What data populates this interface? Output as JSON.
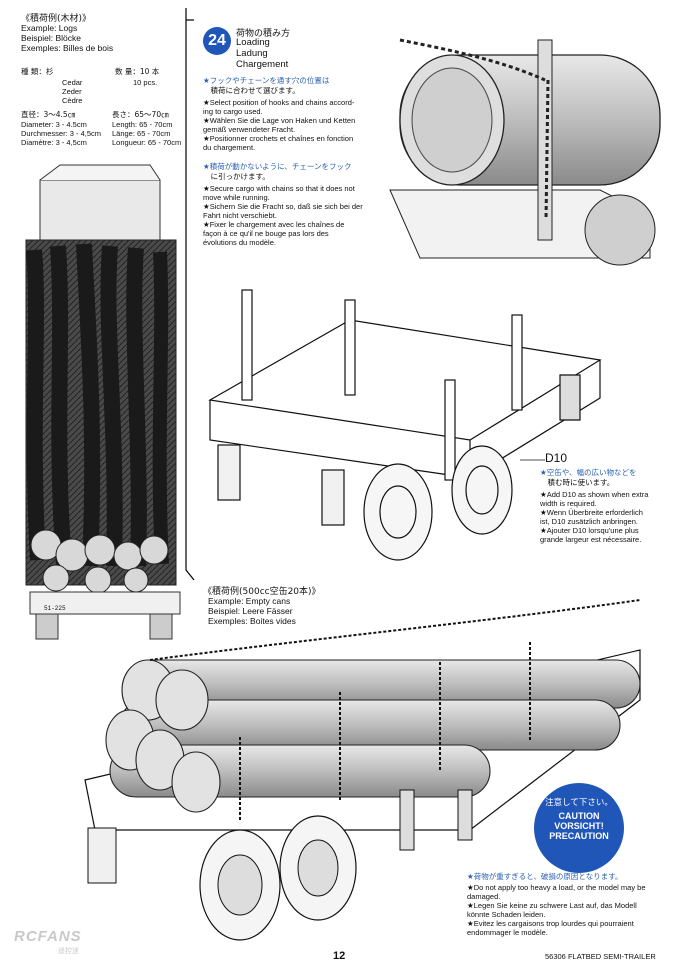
{
  "logs": {
    "title": "《積荷例(木材)》",
    "lines": [
      "Example: Logs",
      "Beispiel: Blöcke",
      "Exemples: Billes de bois"
    ],
    "wood_ja": "種 類：杉",
    "wood": [
      "Cedar",
      "Zeder",
      "Cèdre"
    ],
    "count_ja": "数 量：10 本",
    "count": "10 pcs.",
    "diam_ja": "直径：3～4.5㎝",
    "diam": [
      "Diameter: 3 - 4.5cm",
      "Durchmesser: 3 - 4,5cm",
      "Diamètre: 3 - 4,5cm"
    ],
    "len_ja": "長さ：65～70㎝",
    "len": [
      "Length: 65 - 70cm",
      "Länge: 65 - 70cm",
      "Longueur: 65 - 70cm"
    ]
  },
  "step": {
    "number": "24",
    "title_ja": "荷物の積み方",
    "titles": [
      "Loading",
      "Ladung",
      "Chargement"
    ],
    "block1_ja": [
      "★フックやチェーンを通す穴の位置は",
      "　積荷に合わせて選びます。"
    ],
    "block1": [
      "★Select position of hooks and chains accord-",
      "  ing to cargo used.",
      "★Wählen Sie die Lage von Haken und Ketten",
      "  gemäß verwendeter Fracht.",
      "★Positionner crochets et chaînes en fonction",
      "  du chargement."
    ],
    "block2_ja": [
      "★積荷が動かないように、チェーンをフック",
      "　に引っかけます。"
    ],
    "block2": [
      "★Secure cargo with chains so that it does not",
      "  move while running.",
      "★Sichern Sie die Fracht so, daß sie sich bei der",
      "  Fahrt nicht verschiebt.",
      "★Fixer le chargement avec les chaînes de",
      "  façon à ce qu'il ne bouge pas lors des",
      "  évolutions du modèle."
    ]
  },
  "d10": {
    "label": "D10",
    "ja": [
      "★空缶や、幅の広い物などを",
      "　積む時に使います。"
    ],
    "lines": [
      "★Add D10 as shown when extra",
      "  width is required.",
      "★Wenn Überbreite erforderlich",
      "  ist, D10 zusätzlich anbringen.",
      "★Ajouter D10 lorsqu'une plus",
      "  grande largeur est nécessaire."
    ]
  },
  "cans": {
    "title": "《積荷例(500cc空缶20本)》",
    "lines": [
      "Example: Empty cans",
      "Beispiel: Leere Fässer",
      "Exemples: Boites vides"
    ]
  },
  "caution": {
    "ja": "注意して下さい。",
    "lines": [
      "CAUTION",
      "VORSICHT!",
      "PRECAUTION"
    ]
  },
  "heavy": {
    "ja": "★荷物が重すぎると、破損の原因となります。",
    "lines": [
      "★Do not apply too heavy a load, or the model may be",
      "  damaged.",
      "★Legen Sie keine zu schwere Last auf, das Modell",
      "  könnte Schaden leiden.",
      "★Evitez les cargaisons trop lourdes qui pourraient",
      "  endommager le modèle."
    ]
  },
  "footer": {
    "page": "12",
    "product": "56306 FLATBED SEMI-TRAILER",
    "watermark": "RCFANS",
    "watermark_ja": "遥控迷"
  },
  "drawing": {
    "plate": "51-225"
  },
  "colors": {
    "accent_blue": "#1f56b8",
    "star_blue": "#2a5fb3"
  }
}
